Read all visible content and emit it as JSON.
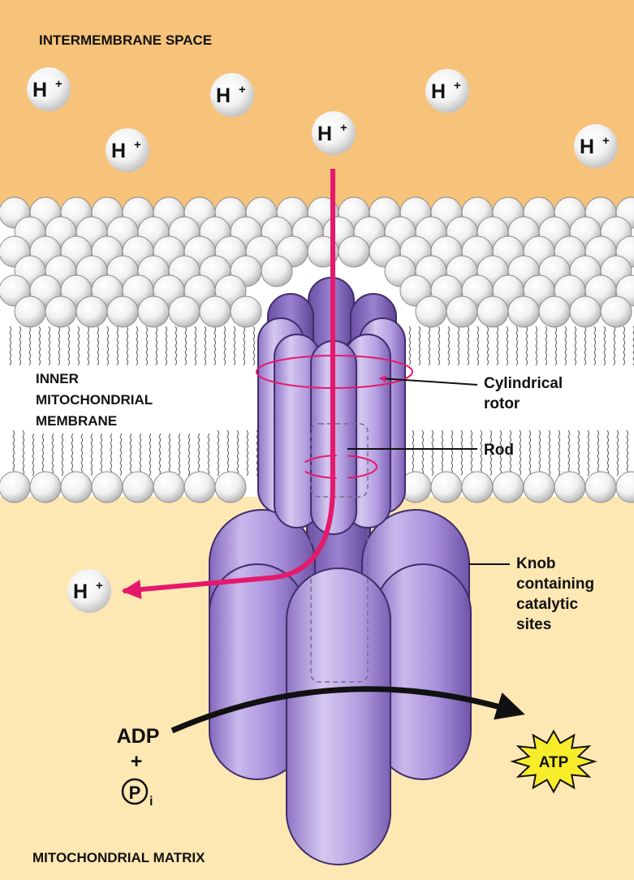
{
  "labels": {
    "intermembrane_space": "INTERMEMBRANE SPACE",
    "inner_membrane": [
      "INNER",
      "MITOCHONDRIAL",
      "MEMBRANE"
    ],
    "matrix": "MITOCHONDRIAL MATRIX"
  },
  "callouts": {
    "rotor": [
      "Cylindrical",
      "rotor"
    ],
    "rod": [
      "Rod"
    ],
    "knob": [
      "Knob",
      "containing",
      "catalytic",
      "sites"
    ]
  },
  "ion": {
    "base": "H",
    "charge": "+"
  },
  "reaction": {
    "reactant_1": "ADP",
    "plus": "+",
    "phosphate_symbol": "P",
    "phosphate_subscript": "i",
    "product": "ATP"
  },
  "colors": {
    "intermembrane": "#f7c27a",
    "matrix": "#fde7b3",
    "protein": "#a78fd6",
    "protein_dark": "#6f54a8",
    "proton_path": "#e5196b",
    "atp_star": "#f7ec2a"
  }
}
